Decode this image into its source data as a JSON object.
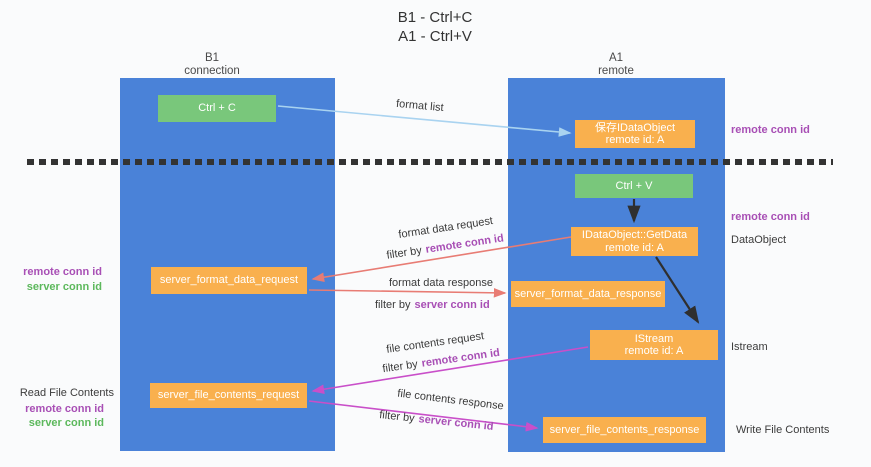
{
  "title": {
    "line1": "B1 - Ctrl+C",
    "line2": "A1 - Ctrl+V"
  },
  "lanes": {
    "b1": {
      "name": "B1",
      "role": "connection"
    },
    "a1": {
      "name": "A1",
      "role": "remote"
    }
  },
  "boxes": {
    "ctrl_c": "Ctrl + C",
    "ctrl_v": "Ctrl + V",
    "save_dataobject": {
      "title": "保存IDataObject",
      "subtitle": "remote id: A"
    },
    "getdata": {
      "title": "IDataObject::GetData",
      "subtitle": "remote id: A"
    },
    "istream": {
      "title": "IStream",
      "subtitle": "remote id: A"
    },
    "server_format_data_request": "server_format_data_request",
    "server_format_data_response": "server_format_data_response",
    "server_file_contents_request": "server_file_contents_request",
    "server_file_contents_response": "server_file_contents_response"
  },
  "flows": {
    "format_list": "format list",
    "format_data_request": "format data request",
    "format_data_response": "format data response",
    "file_contents_request": "file contents request",
    "file_contents_response": "file contents response",
    "filter_by": "filter by",
    "remote_conn_id": "remote conn id",
    "server_conn_id": "server conn id"
  },
  "annotations": {
    "left": {
      "remote_conn_id": "remote conn id",
      "server_conn_id": "server conn id",
      "read_file_contents": "Read File Contents"
    },
    "right": {
      "remote_conn_id_top": "remote conn id",
      "remote_conn_id_mid": "remote conn id",
      "dataobject": "DataObject",
      "istream": "Istream",
      "write_file_contents": "Write File Contents"
    }
  },
  "colors": {
    "lane_blue": "#4a82d8",
    "box_green": "#79c77b",
    "box_orange": "#f9b04e",
    "arrow_lightblue": "#a9d3f0",
    "arrow_red": "#e87c74",
    "arrow_magenta": "#c94fc9",
    "arrow_black": "#2f2f2f",
    "label_purple": "#a84fb5",
    "label_green": "#5cb85c"
  }
}
